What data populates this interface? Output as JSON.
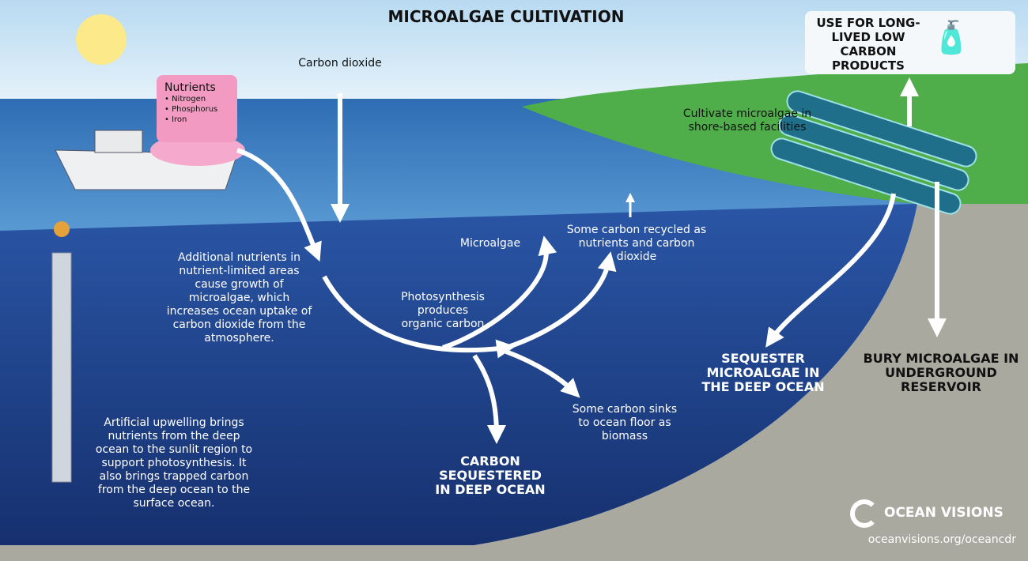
{
  "title": "MICROALGAE CULTIVATION",
  "colors": {
    "sky": "#cfe6f5",
    "surface": "#3f7fc0",
    "deep": "#1d3f8c",
    "land": "#4fb04a",
    "seafloor": "#a8a89e",
    "nutrients": "#f29ac2"
  },
  "nutrients": {
    "heading": "Nutrients",
    "items": [
      "Nitrogen",
      "Phosphorus",
      "Iron"
    ]
  },
  "labels": {
    "carbon_dioxide": "Carbon dioxide",
    "cultivate": "Cultivate microalgae in shore-based facilities",
    "use_products": "USE FOR LONG-LIVED LOW CARBON PRODUCTS",
    "microalgae": "Microalgae",
    "recycled": "Some carbon recycled as nutrients and carbon dioxide",
    "additional_nutrients": "Additional nutrients in nutrient-limited areas cause growth of microalgae, which increases ocean uptake of carbon dioxide from the atmosphere.",
    "photosynthesis": "Photosynthesis produces organic carbon",
    "sinks": "Some carbon sinks to ocean floor as biomass",
    "sequestered": "CARBON SEQUESTERED IN DEEP OCEAN",
    "sequester_microalgae": "SEQUESTER MICROALGAE IN THE DEEP OCEAN",
    "bury": "BURY MICROALGAE IN UNDERGROUND RESERVOIR",
    "upwelling": "Artificial upwelling brings nutrients from the deep ocean to the sunlit region to support photosynthesis. It also brings trapped carbon from the deep ocean to the surface ocean."
  },
  "brand": {
    "name": "OCEAN VISIONS",
    "url": "oceanvisions.org/oceancdr"
  }
}
